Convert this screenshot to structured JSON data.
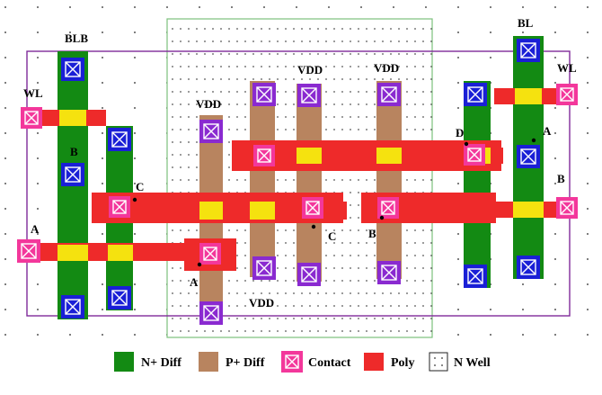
{
  "colors": {
    "n_diff": "#138a13",
    "p_diff": "#b8845f",
    "poly": "#ee2a2a",
    "gate_overlap": "#f5e20f",
    "contact_pink": "#f3379b",
    "contact_blue": "#1a1fd6",
    "contact_purple": "#8a2ad0",
    "n_well_border": "#7cc07c",
    "cell_border": "#7f2a9a",
    "dot": "#555555"
  },
  "icons": {
    "contact": "boxed-x-icon",
    "n_well": "dotted-box-icon"
  },
  "labels": {
    "blb": "BLB",
    "bl": "BL",
    "wl_left": "WL",
    "wl_right": "WL",
    "vdd_1": "VDD",
    "vdd_2": "VDD",
    "vdd_3": "VDD",
    "vdd_4": "VDD",
    "a_left": "A",
    "a_mid": "A",
    "a_right": "A",
    "b_left": "B",
    "b_mid": "B",
    "b_right": "B",
    "c_left": "C",
    "c_mid": "C",
    "d_right": "D"
  },
  "legend": {
    "items": [
      {
        "key": "n_diff",
        "label": "N+ Diff"
      },
      {
        "key": "p_diff",
        "label": "P+ Diff"
      },
      {
        "key": "contact",
        "label": "Contact"
      },
      {
        "key": "poly",
        "label": "Poly"
      },
      {
        "key": "n_well",
        "label": "N Well"
      }
    ]
  }
}
